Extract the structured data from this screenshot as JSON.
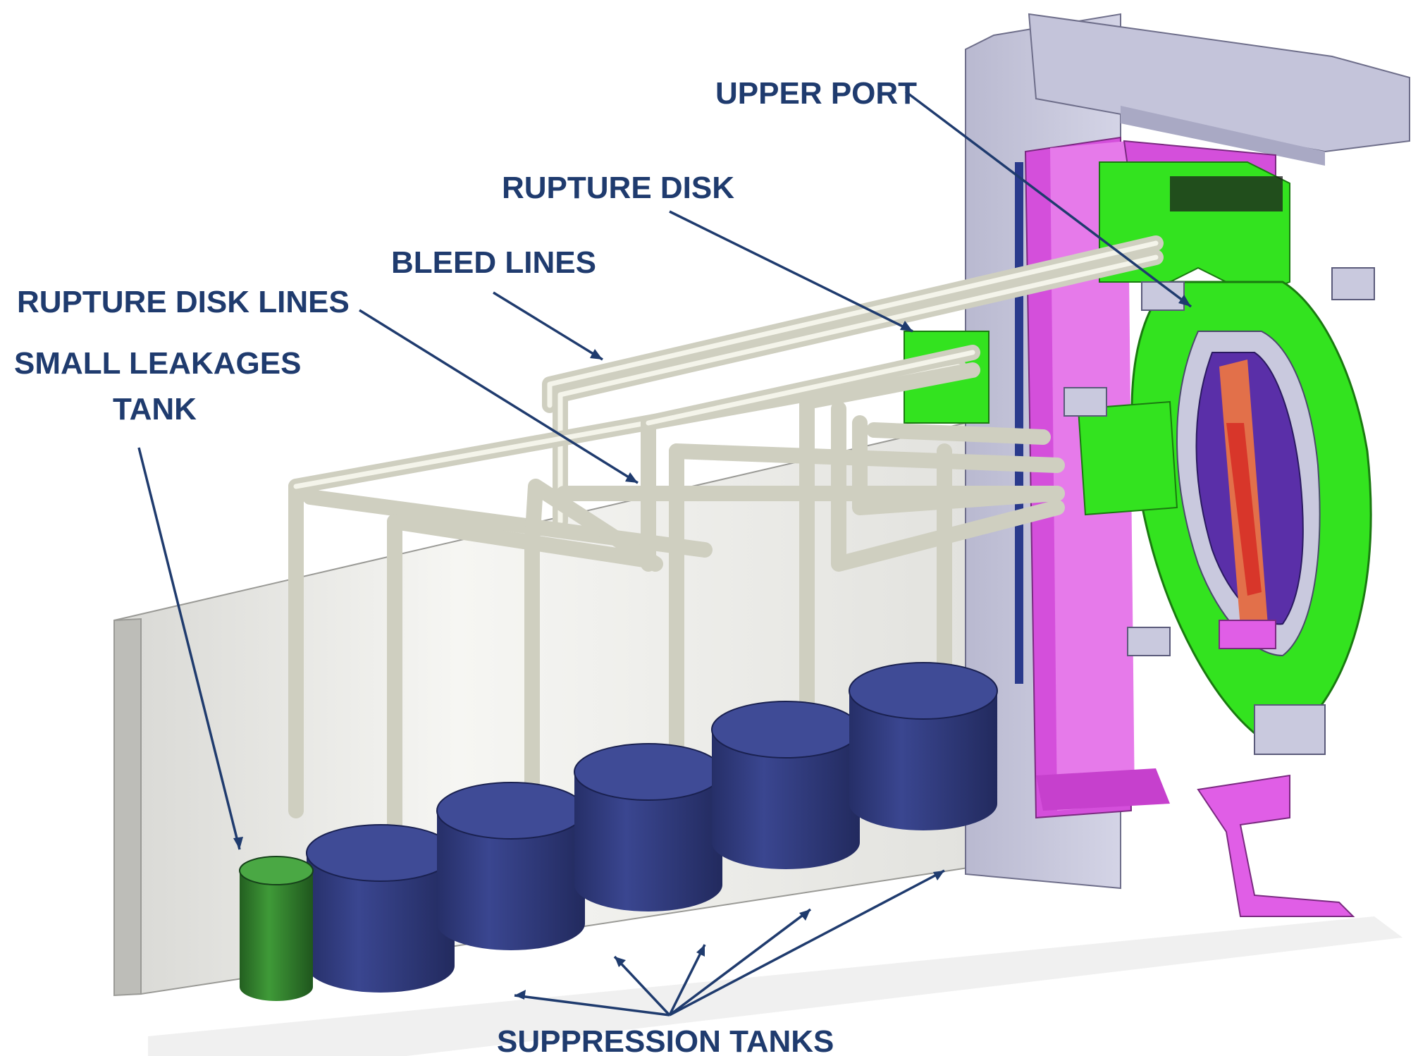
{
  "labels": {
    "upper_port": "UPPER PORT",
    "rupture_disk": "RUPTURE DISK",
    "bleed_lines": "BLEED LINES",
    "rupture_disk_lines": "RUPTURE DISK LINES",
    "small_leakages_line1": "SMALL LEAKAGES",
    "small_leakages_line2": "TANK",
    "suppression_tanks": "SUPPRESSION TANKS"
  },
  "colors": {
    "label_text": "#1f3b6e",
    "suppression_tank": "#2e3a7c",
    "small_leakage_tank": "#2f7a2a",
    "vacuum_vessel": "#33e31f",
    "cryostat_magenta": "#e05ee6",
    "building_wall": "#c9c9de",
    "pipes": "#cfcfc0",
    "back_wall": "#e8e8e4"
  }
}
